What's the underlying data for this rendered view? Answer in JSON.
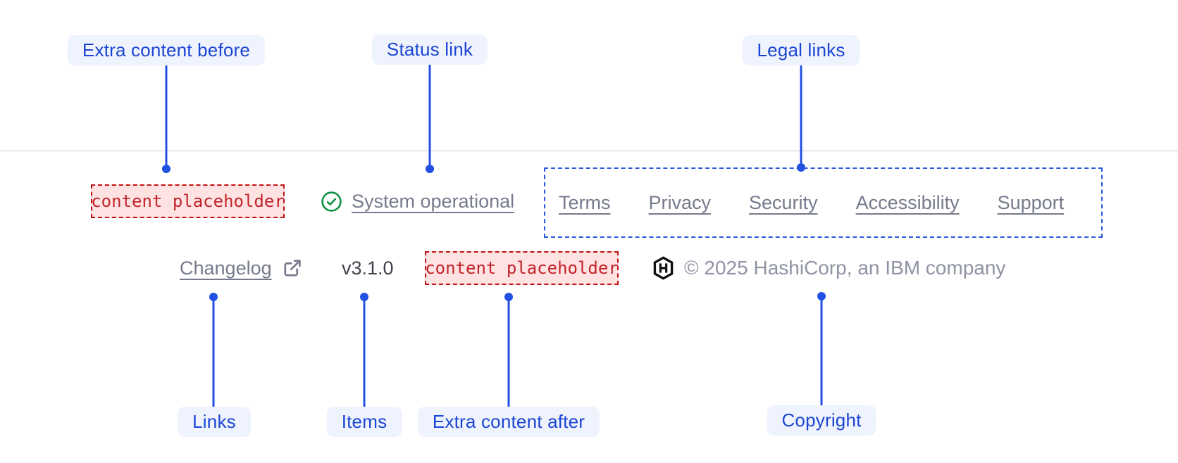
{
  "callouts": {
    "extra_content_before": "Extra content before",
    "status_link": "Status link",
    "legal_links": "Legal links",
    "links": "Links",
    "items": "Items",
    "extra_content_after": "Extra content after",
    "copyright": "Copyright"
  },
  "footer": {
    "extra_content_before_placeholder": "content placeholder",
    "status_link": "System operational",
    "legal_links": [
      "Terms",
      "Privacy",
      "Security",
      "Accessibility",
      "Support"
    ],
    "links": [
      "Changelog"
    ],
    "items": [
      "v3.1.0"
    ],
    "extra_content_after_placeholder": "content placeholder",
    "copyright_text": "© 2025 HashiCorp, an IBM company"
  },
  "icons": {
    "status": "check-circle-icon",
    "changelog": "external-link-icon",
    "brand": "hashicorp-logo"
  },
  "colors": {
    "callout_text": "#1c46d2",
    "callout_bg": "#eef3fe",
    "connector_blue": "#2150e2",
    "legal_border_blue": "#2b57df",
    "placeholder_border": "#c21114",
    "placeholder_text": "#c2242c",
    "placeholder_bg": "#ffe2e2",
    "status_green": "#0d9144",
    "link_gray": "#767a8c",
    "copyright_gray": "#8f93a3",
    "version_gray": "#3f424b",
    "divider_gray": "#c7c8cd",
    "logo_black": "#0e0f12"
  }
}
